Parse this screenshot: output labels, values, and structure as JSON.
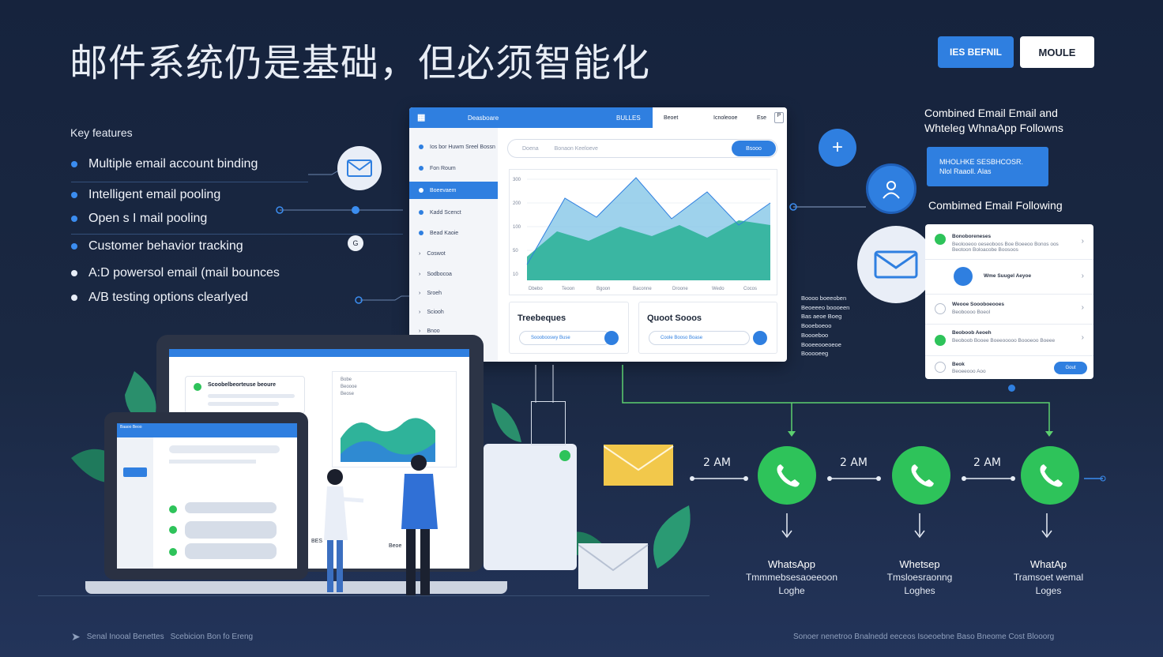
{
  "header": {
    "title": "邮件系统仍是基础，但必须智能化",
    "primary_button": "IES BEFNIL",
    "secondary_button": "MOULE"
  },
  "features": {
    "heading": "Key features",
    "items": [
      "Multiple email account binding",
      "Intelligent email pooling",
      "Open s I mail pooling",
      "Customer behavior tracking",
      "A:D powersol email (mail bounces",
      "A/B testing options clearlyed"
    ]
  },
  "dashboard": {
    "top_bar": [
      "Deasboare",
      "BULLES",
      "Beoet",
      "Icnoleooe",
      "Ese"
    ],
    "sidebar": [
      "Ios bor Huwm Sreel Bossn",
      "Fon Roum",
      "Boeevaem",
      "Kadd Scenct",
      "Bead Kaoie",
      "Coswot",
      "Sodbocoa",
      "Sroeh",
      "Sciooh",
      "Bnoo"
    ],
    "search_placeholder": "Doena",
    "search_text": "Bonaon Keeloeve",
    "search_button": "Bsooo",
    "chart_x_labels": [
      "Dbebo",
      "Teoon",
      "Bgoon",
      "Baconne",
      "Droone",
      "Wedo",
      "Cocos"
    ],
    "chart_y_labels": [
      "300",
      "200",
      "100",
      "50",
      "10"
    ],
    "card1_title": "Treebeques",
    "card1_pill": "Sooobooswy Buse",
    "card2_title": "Quoot Sooos",
    "card2_pill": "Coole Booso Boase"
  },
  "right_panel": {
    "heading_line1": "Combined Email Email and",
    "heading_line2": "Whteleg WhnaApp Followns",
    "blue_box_line1": "MHOLHKE SESBHCOSR.",
    "blue_box_line2": "Nlol Raaoll. Alas",
    "subheading": "Combimed Email Following",
    "list": [
      {
        "title": "Bonoboreneses",
        "desc": "Beolooeoo oeseoboos Boe Boeeoo Bonos oos Beotoon Boloacobe Boosoos"
      },
      {
        "title": "Wme Suugel Aeyoe",
        "desc": ""
      },
      {
        "title": "Weooe Soooboeooes",
        "desc": "Beoboooo Boeol"
      },
      {
        "title": "Beoboob Aeoeh",
        "desc": "Beoboob Booee Boeeooooo Boooeoo Boeee"
      },
      {
        "title": "Beok",
        "desc": "Beoeeooo Aoo",
        "button": "Gout"
      }
    ]
  },
  "side_note": [
    "Boooo boeeoben",
    "Beoeeeo boooeen",
    "Bas aeoe Boeg",
    "Booeboeoo",
    "Boooeboo",
    "Booeeooeoeoe",
    "Booooeeg"
  ],
  "laptop": {
    "header_text": "Scoobelbeorteuse beoure",
    "side_text": [
      "Bobe",
      "Beoooe",
      "Beose"
    ],
    "footer_text": [
      "BES",
      "Beoe"
    ]
  },
  "tablet": {
    "header_text": "Baaoo Beoo"
  },
  "flow": {
    "times": [
      "2 AM",
      "2 AM",
      "2 AM"
    ],
    "labels": [
      {
        "title": "WhatsApp",
        "line2": "Tmmmebsesaoeeoon",
        "line3": "Loghe"
      },
      {
        "title": "Whetsep",
        "line2": "Tmsloesraonng",
        "line3": "Loghes"
      },
      {
        "title": "WhatAp",
        "line2": "Tramsoet wemal",
        "line3": "Loges"
      }
    ]
  },
  "footer": {
    "left": "Senal Inooal Benettes",
    "left2": "Scebicion Bon fo Ereng",
    "right": "Sonoer nenetroo Bnalnedd eeceos Isoeoebne Baso Bneome Cost Blooorg"
  },
  "colors": {
    "background": "#16233d",
    "accent": "#2f7fe0",
    "whatsapp": "#2ec35a",
    "chart_teal": "#2fb39a",
    "chart_blue": "#7ec3e6"
  }
}
